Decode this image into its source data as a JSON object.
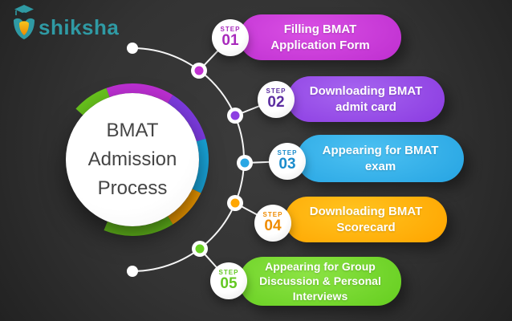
{
  "logo": {
    "text": "shiksha",
    "color": "#2f9aa4",
    "icon": "graduation-cap-person-icon",
    "flame_top": "#f6c51f",
    "flame_bottom": "#ee8a00",
    "head_color": "#20282d"
  },
  "center_circle": {
    "title": "BMAT Admission Process",
    "text_color": "#454545",
    "ring_segments": [
      {
        "name": "green-top-left",
        "color": "#68c31d"
      },
      {
        "name": "magenta-top",
        "color": "#bc2fd2"
      },
      {
        "name": "purple-top-right",
        "color": "#7d3be0"
      },
      {
        "name": "cyan-right",
        "color": "#19a6dc"
      },
      {
        "name": "orange-bottom-right",
        "color": "#f59d00"
      },
      {
        "name": "green-bottom",
        "color": "#68c31d"
      }
    ]
  },
  "timeline": {
    "line_color": "#f5f5f5",
    "end_dot_color": "#ffffff"
  },
  "steps": [
    {
      "step_label": "STEP",
      "number": "01",
      "label": "Filling BMAT Application Form",
      "colors": {
        "light": "#d94fe4",
        "mid": "#c132d2",
        "dark": "#9a18ae",
        "num": "#a82abc"
      }
    },
    {
      "step_label": "STEP",
      "number": "02",
      "label": "Downloading BMAT admit card",
      "colors": {
        "light": "#a765f0",
        "mid": "#8d3fe2",
        "dark": "#6c21c6",
        "num": "#5b2da0"
      }
    },
    {
      "step_label": "STEP",
      "number": "03",
      "label": "Appearing for BMAT exam",
      "colors": {
        "light": "#4cc1f2",
        "mid": "#2aa7e4",
        "dark": "#1183c4",
        "num": "#1b8ccc"
      }
    },
    {
      "step_label": "STEP",
      "number": "04",
      "label": "Downloading BMAT Scorecard",
      "colors": {
        "light": "#ffc420",
        "mid": "#ffa702",
        "dark": "#ee8500",
        "num": "#ef8b00"
      }
    },
    {
      "step_label": "STEP",
      "number": "05",
      "label": "Appearing for Group Discussion & Personal Interviews",
      "colors": {
        "light": "#8ce344",
        "mid": "#69d023",
        "dark": "#47b20c",
        "num": "#64c823"
      }
    }
  ]
}
